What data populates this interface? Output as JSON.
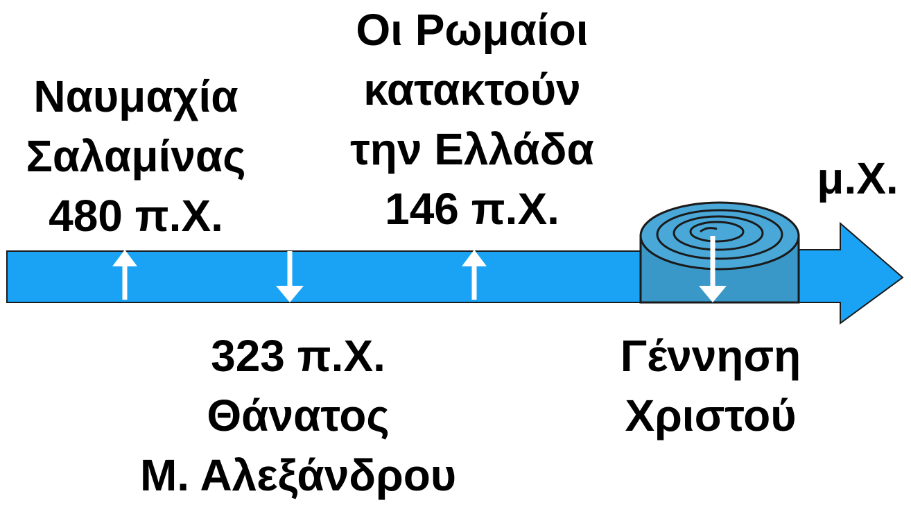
{
  "timeline": {
    "colors": {
      "bar": "#1aa3f5",
      "bar_outline": "#1a1a1a",
      "scroll": "#3a98c8",
      "scroll_top": "#4aa8d8",
      "arrow": "#ffffff"
    },
    "events": [
      {
        "lines": [
          "Ναυμαχία",
          "Σαλαμίνας",
          "480 π.Χ."
        ],
        "marker": "up-arrow-icon"
      },
      {
        "lines": [
          "323 π.Χ.",
          "Θάνατος",
          "Μ. Αλεξάνδρου"
        ],
        "marker": "down-arrow-icon"
      },
      {
        "lines": [
          "Οι Ρωμαίοι",
          "κατακτούν",
          "την Ελλάδα",
          "146 π.Χ."
        ],
        "marker": "up-arrow-icon"
      },
      {
        "lines": [
          "Γέννηση",
          "Χριστού"
        ],
        "marker": "down-arrow-icon"
      }
    ],
    "end_label": "μ.Χ.",
    "scroll_icon": "rolled-scroll-icon"
  }
}
